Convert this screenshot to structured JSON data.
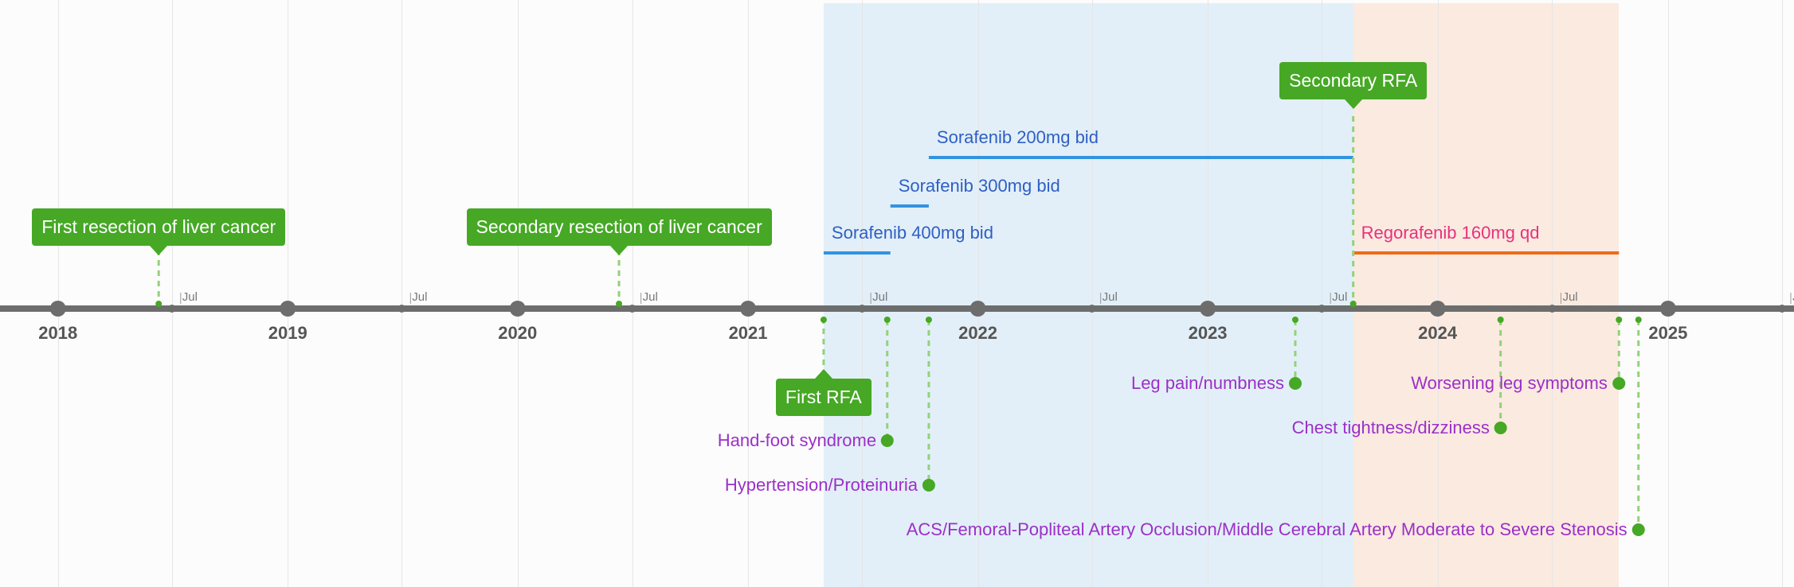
{
  "colors": {
    "band1": "#e2eff8",
    "band2": "#fbeae0",
    "axis": "#6d6d6d",
    "green": "#46a825",
    "green_dash": "#93d27a",
    "blue_text": "#2f5fc4",
    "blue_line": "#3393e0",
    "pink_text": "#e8317d",
    "orange_line": "#ef6c1a",
    "purple_text": "#9b30c8"
  },
  "timeline": {
    "start": "2017-10-01",
    "end": "2025-07-20",
    "years": [
      "2018",
      "2019",
      "2020",
      "2021",
      "2022",
      "2023",
      "2024",
      "2025"
    ],
    "mid_label": "Jul"
  },
  "bands": [
    {
      "start": "2021-05-01",
      "end": "2023-08-20",
      "color": "#e2eff8"
    },
    {
      "start": "2023-08-20",
      "end": "2024-10-15",
      "color": "#fbeae0"
    }
  ],
  "milestones_above": [
    {
      "label": "First resection of liver cancer",
      "date": "2018-06-10"
    },
    {
      "label": "Secondary resection of liver cancer",
      "date": "2020-06-10"
    },
    {
      "label": "Secondary RFA",
      "date": "2023-08-20"
    }
  ],
  "milestones_below": [
    {
      "label": "First RFA",
      "date": "2021-05-01"
    }
  ],
  "treatments": [
    {
      "label": "Sorafenib 400mg bid",
      "start": "2021-05-01",
      "end": "2021-08-15",
      "color": "#2f5fc4",
      "line": "#3393e0"
    },
    {
      "label": "Sorafenib 300mg bid",
      "start": "2021-08-15",
      "end": "2021-10-15",
      "color": "#2f5fc4",
      "line": "#3393e0"
    },
    {
      "label": "Sorafenib 200mg bid",
      "start": "2021-10-15",
      "end": "2023-08-20",
      "color": "#2f5fc4",
      "line": "#3393e0"
    },
    {
      "label": "Regorafenib 160mg qd",
      "start": "2023-08-20",
      "end": "2024-10-15",
      "color": "#e8317d",
      "line": "#ef6c1a"
    }
  ],
  "events": [
    {
      "label": "Hand-foot syndrome",
      "date": "2021-08-10"
    },
    {
      "label": "Hypertension/Proteinuria",
      "date": "2021-10-15"
    },
    {
      "label": "Leg pain/numbness",
      "date": "2023-05-20"
    },
    {
      "label": "Chest tightness/dizziness",
      "date": "2024-04-10"
    },
    {
      "label": "Worsening leg symptoms",
      "date": "2024-10-15"
    },
    {
      "label": "ACS/Femoral-Popliteal Artery Occlusion/Middle Cerebral Artery Moderate to Severe Stenosis",
      "date": "2024-11-15"
    }
  ]
}
